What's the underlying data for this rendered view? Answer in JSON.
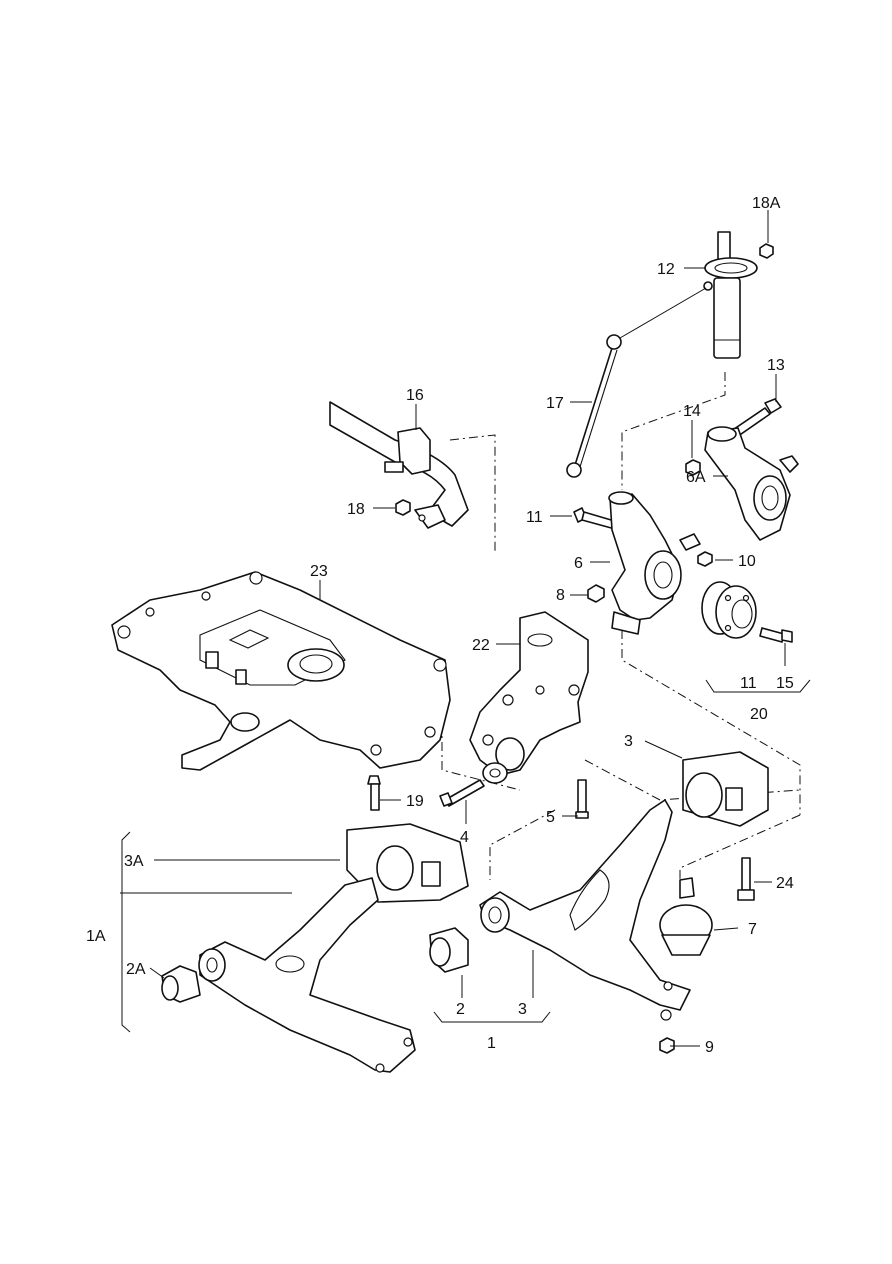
{
  "diagram": {
    "callouts": [
      {
        "id": "18A",
        "text": "18A"
      },
      {
        "id": "12",
        "text": "12"
      },
      {
        "id": "17",
        "text": "17"
      },
      {
        "id": "13",
        "text": "13"
      },
      {
        "id": "14",
        "text": "14"
      },
      {
        "id": "6A",
        "text": "6A"
      },
      {
        "id": "16",
        "text": "16"
      },
      {
        "id": "18",
        "text": "18"
      },
      {
        "id": "11a",
        "text": "11"
      },
      {
        "id": "6",
        "text": "6"
      },
      {
        "id": "10",
        "text": "10"
      },
      {
        "id": "8",
        "text": "8"
      },
      {
        "id": "23",
        "text": "23"
      },
      {
        "id": "22",
        "text": "22"
      },
      {
        "id": "11b",
        "text": "11"
      },
      {
        "id": "15",
        "text": "15"
      },
      {
        "id": "20",
        "text": "20"
      },
      {
        "id": "3a",
        "text": "3"
      },
      {
        "id": "19",
        "text": "19"
      },
      {
        "id": "4",
        "text": "4"
      },
      {
        "id": "5",
        "text": "5"
      },
      {
        "id": "3A",
        "text": "3A"
      },
      {
        "id": "24",
        "text": "24"
      },
      {
        "id": "1A",
        "text": "1A"
      },
      {
        "id": "7",
        "text": "7"
      },
      {
        "id": "2A",
        "text": "2A"
      },
      {
        "id": "2",
        "text": "2"
      },
      {
        "id": "3b",
        "text": "3"
      },
      {
        "id": "1",
        "text": "1"
      },
      {
        "id": "9",
        "text": "9"
      }
    ]
  }
}
